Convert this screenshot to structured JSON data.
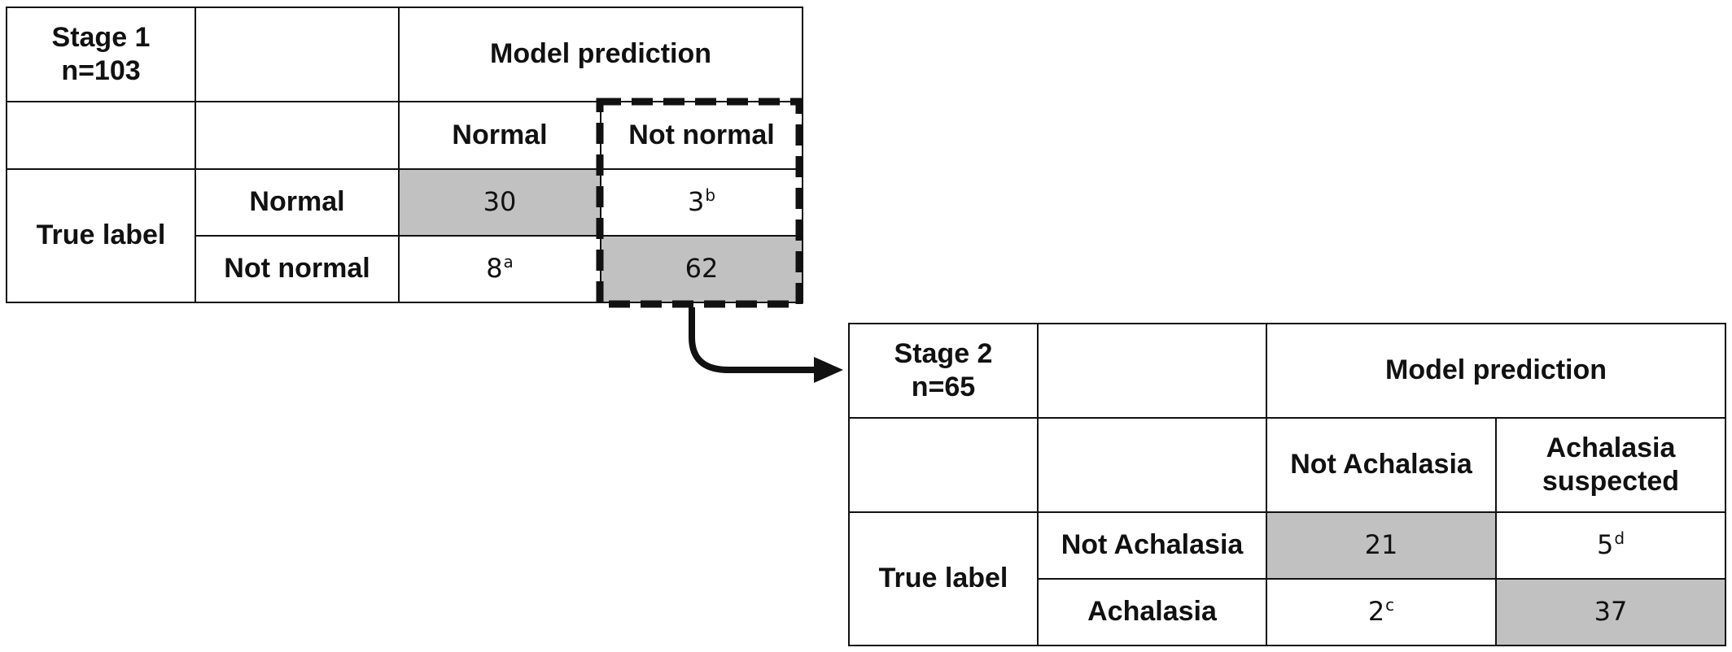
{
  "stage1": {
    "title": "Stage 1",
    "n": "n=103",
    "col_header": "Model prediction",
    "pred_classes": [
      "Normal",
      "Not normal"
    ],
    "row_header": "True label",
    "true_classes": [
      "Normal",
      "Not normal"
    ],
    "cells": {
      "r0c0": "30",
      "r0c1": "3",
      "r0c1_sup": "b",
      "r1c0": "8",
      "r1c0_sup": "a",
      "r1c1": "62"
    }
  },
  "stage2": {
    "title": "Stage 2",
    "n": "n=65",
    "col_header": "Model prediction",
    "pred_classes": [
      "Not Achalasia",
      "Achalasia suspected"
    ],
    "row_header": "True label",
    "true_classes": [
      "Not Achalasia",
      "Achalasia"
    ],
    "cells": {
      "r0c0": "21",
      "r0c1": "5",
      "r0c1_sup": "d",
      "r1c0": "2",
      "r1c0_sup": "c",
      "r1c1": "37"
    }
  },
  "colors": {
    "correct_cell": "#c1c1c1",
    "lines": "#111111"
  }
}
